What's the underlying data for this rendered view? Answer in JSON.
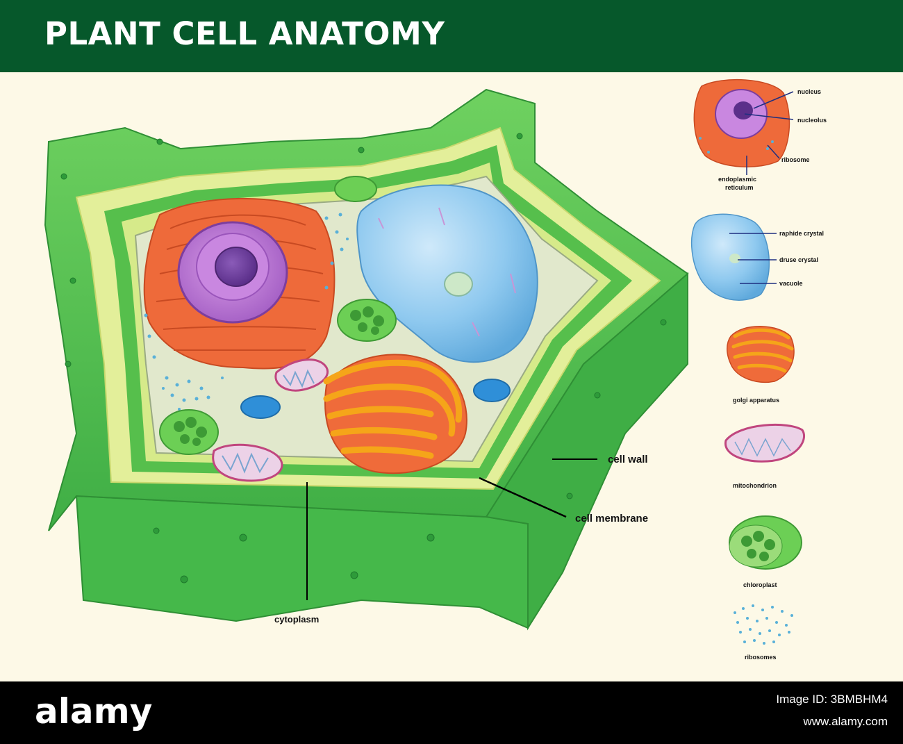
{
  "header": {
    "title": "PLANT CELL ANATOMY"
  },
  "labels": {
    "cell_wall": "cell wall",
    "cell_membrane": "cell membrane",
    "cytoplasm": "cytoplasm"
  },
  "legend": {
    "nucleus": "nucleus",
    "nucleolus": "nucleolus",
    "ribosome": "ribosome",
    "endoplasmic_reticulum": "endoplasmic reticulum",
    "raphide_crystal": "raphide crystal",
    "druse_crystal": "druse crystal",
    "vacuole": "vacuole",
    "golgi_apparatus": "golgi apparatus",
    "mitochondrion": "mitochondrion",
    "chloroplast": "chloroplast",
    "ribosomes": "ribosomes"
  },
  "footer": {
    "brand": "alamy",
    "image_id": "Image ID: 3BMBHM4",
    "url": "www.alamy.com"
  },
  "colors": {
    "header_bg": "#06582b",
    "background": "#fdf9e7",
    "cell_wall": "#5cc451",
    "cell_wall_light": "#e3ef9a",
    "cytoplasm": "#e1e8cc",
    "er": "#ee6a3a",
    "nucleus": "#b36fd1",
    "vacuole": "#8fc9ef",
    "golgi": "#f5a519",
    "chloroplast": "#6ccf55",
    "ribosome": "#59b0d8"
  }
}
